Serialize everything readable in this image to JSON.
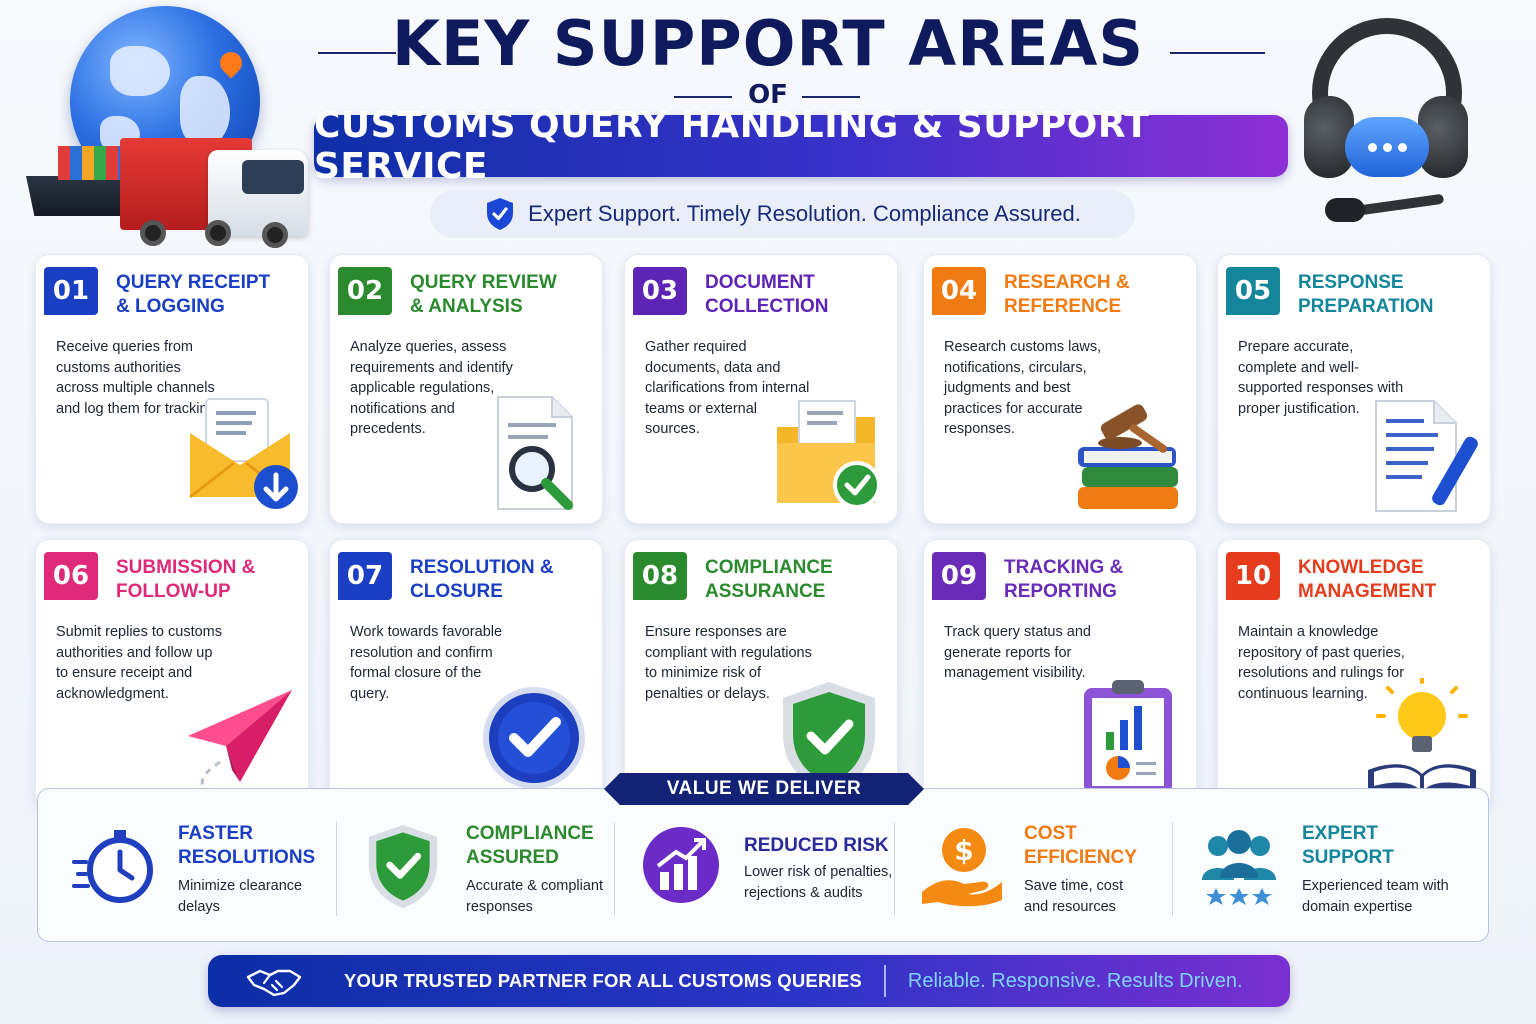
{
  "header": {
    "title": "KEY SUPPORT AREAS",
    "of": "OF",
    "banner": "CUSTOMS QUERY HANDLING & SUPPORT SERVICE",
    "tagline": "Expert Support. Timely Resolution. Compliance Assured."
  },
  "cards": [
    {
      "num": "01",
      "title_1": "QUERY RECEIPT",
      "title_2": "& LOGGING",
      "color": "#1a3fc4",
      "desc": "Receive queries from customs authorities across multiple channels and log them for tracking.",
      "icon": "envelope-download-icon"
    },
    {
      "num": "02",
      "title_1": "QUERY REVIEW",
      "title_2": "& ANALYSIS",
      "color": "#2b8a2e",
      "desc": "Analyze queries, assess requirements and identify applicable regulations, notifications and precedents.",
      "icon": "document-magnifier-icon"
    },
    {
      "num": "03",
      "title_1": "DOCUMENT",
      "title_2": "COLLECTION",
      "color": "#5e24b5",
      "desc": "Gather required documents, data and clarifications from internal teams or external sources.",
      "icon": "folder-check-icon"
    },
    {
      "num": "04",
      "title_1": "RESEARCH &",
      "title_2": "REFERENCE",
      "color": "#f07b12",
      "desc": "Research customs laws, notifications, circulars, judgments and best practices for accurate responses.",
      "icon": "gavel-books-icon"
    },
    {
      "num": "05",
      "title_1": "RESPONSE",
      "title_2": "PREPARATION",
      "color": "#13869b",
      "desc": "Prepare accurate, complete and well-supported responses with proper justification.",
      "icon": "document-pen-icon"
    },
    {
      "num": "06",
      "title_1": "SUBMISSION &",
      "title_2": "FOLLOW-UP",
      "color": "#de2a78",
      "desc": "Submit replies to customs authorities and follow up to ensure receipt and acknowledgment.",
      "icon": "paper-plane-icon"
    },
    {
      "num": "07",
      "title_1": "RESOLUTION &",
      "title_2": "CLOSURE",
      "color": "#1a3fc4",
      "desc": "Work towards favorable resolution and confirm formal closure of the query.",
      "icon": "check-circle-icon"
    },
    {
      "num": "08",
      "title_1": "COMPLIANCE",
      "title_2": "ASSURANCE",
      "color": "#2b8a2e",
      "desc": "Ensure responses are compliant with regulations to minimize risk of penalties or delays.",
      "icon": "shield-check-icon"
    },
    {
      "num": "09",
      "title_1": "TRACKING &",
      "title_2": "REPORTING",
      "color": "#6a2bb8",
      "desc": "Track query status and generate reports for management visibility.",
      "icon": "clipboard-chart-icon"
    },
    {
      "num": "10",
      "title_1": "KNOWLEDGE",
      "title_2": "MANAGEMENT",
      "color": "#e63c1e",
      "desc": "Maintain a knowledge repository of past queries, resolutions and rulings for continuous learning.",
      "icon": "lightbulb-book-icon"
    }
  ],
  "value": {
    "label": "VALUE WE DELIVER",
    "items": [
      {
        "title_1": "FASTER",
        "title_2": "RESOLUTIONS",
        "desc_1": "Minimize clearance",
        "desc_2": "delays",
        "color": "#1a3fc4",
        "icon": "stopwatch-icon"
      },
      {
        "title_1": "COMPLIANCE",
        "title_2": "ASSURED",
        "desc_1": "Accurate & compliant",
        "desc_2": "responses",
        "color": "#2b8a2e",
        "icon": "shield-check-icon"
      },
      {
        "title_1": "REDUCED RISK",
        "title_2": "",
        "desc_1": "Lower risk of penalties,",
        "desc_2": "rejections & audits",
        "color": "#2a2a9a",
        "icon": "growth-chart-icon"
      },
      {
        "title_1": "COST",
        "title_2": "EFFICIENCY",
        "desc_1": "Save time, cost",
        "desc_2": "and resources",
        "color": "#f07b12",
        "icon": "dollar-hand-icon"
      },
      {
        "title_1": "EXPERT",
        "title_2": "SUPPORT",
        "desc_1": "Experienced team with",
        "desc_2": "domain expertise",
        "color": "#13869b",
        "icon": "team-stars-icon"
      }
    ]
  },
  "footer": {
    "left": "YOUR TRUSTED PARTNER FOR ALL CUSTOMS QUERIES",
    "right": "Reliable. Responsive. Results Driven."
  }
}
